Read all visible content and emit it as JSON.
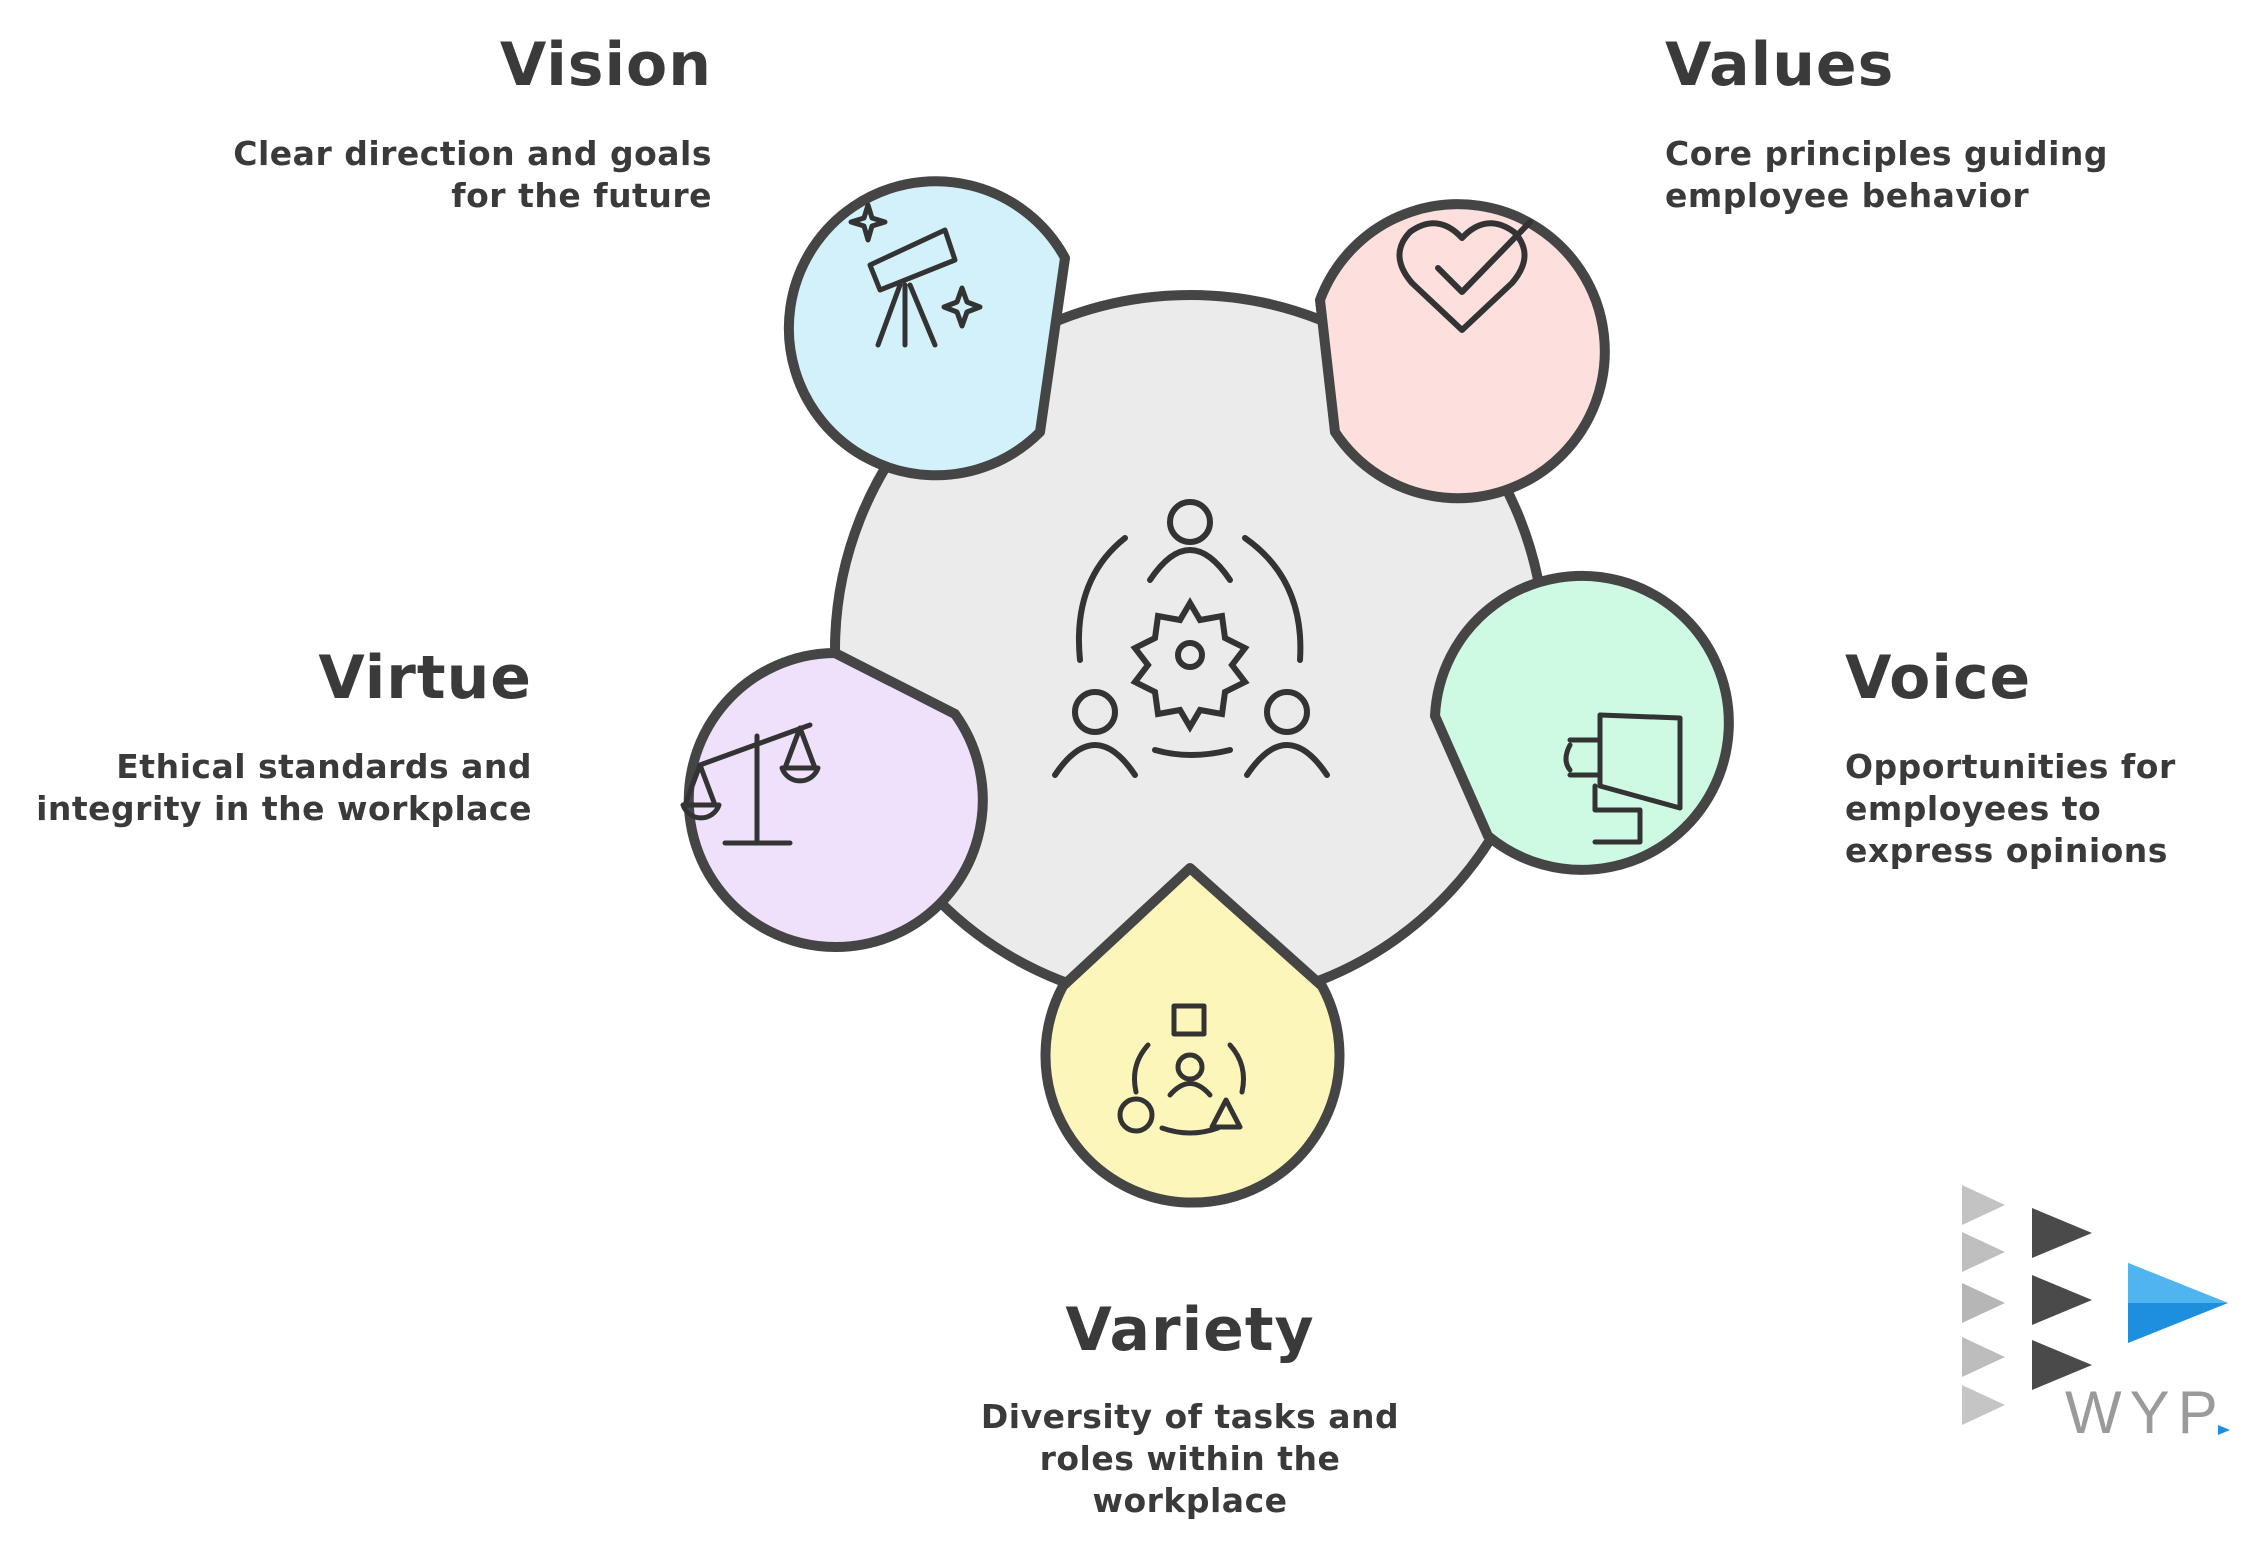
{
  "hub": {
    "icon": "team-collaboration-gear-icon",
    "fill": "#ebebeb"
  },
  "nodes": [
    {
      "id": "vision",
      "title": "Vision",
      "description": "Clear direction and goals for the future",
      "color": "#d3f1fb",
      "icon": "telescope-icon"
    },
    {
      "id": "values",
      "title": "Values",
      "description": "Core principles guiding employee behavior",
      "color": "#fde0dd",
      "icon": "heart-check-icon"
    },
    {
      "id": "virtue",
      "title": "Virtue",
      "description": "Ethical standards and integrity in the workplace",
      "color": "#efe0fb",
      "icon": "balance-scale-icon"
    },
    {
      "id": "voice",
      "title": "Voice",
      "description": "Opportunities for employees to express opinions",
      "color": "#cef9e3",
      "icon": "megaphone-icon"
    },
    {
      "id": "variety",
      "title": "Variety",
      "description": "Diversity of tasks and roles within the workplace",
      "color": "#fcf6ba",
      "icon": "shapes-person-icon"
    }
  ],
  "logo": {
    "text": "WYP",
    "accent": "#1e8fdc"
  },
  "colors": {
    "outline": "#454545"
  }
}
